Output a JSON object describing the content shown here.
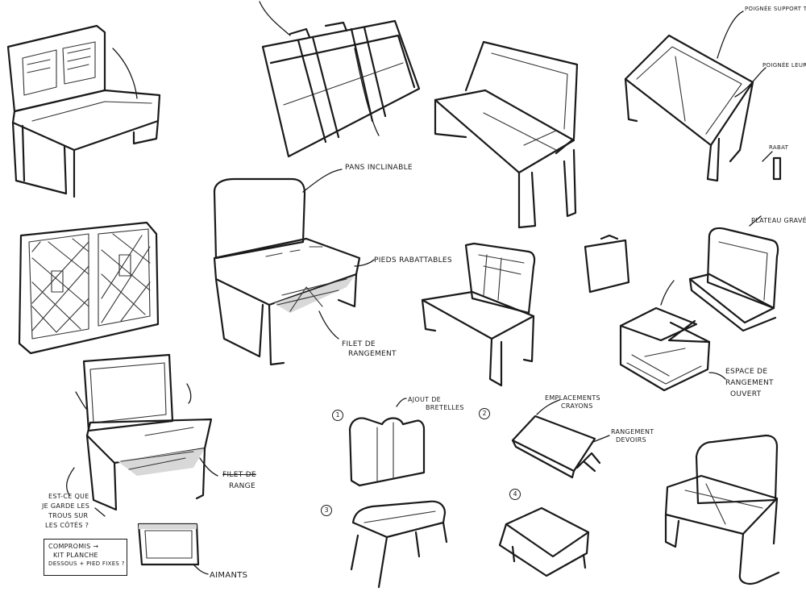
{
  "annotations": {
    "poignee_support_taille": "Poignée support taille",
    "poignee_leurs_taille": "Poignée leurs taille",
    "rabat": "Rabat",
    "pans_inclinable": "Pans inclinable",
    "pieds_rabattables": "Pieds rabattables",
    "filet_rangement_line1": "Filet de",
    "filet_rangement_line2": "rangement",
    "plateau_grave": "Plateau gravé",
    "espace_rangement_line1": "Espace de",
    "espace_rangement_line2": "rangement",
    "espace_rangement_line3": "ouvert",
    "ajout_bretelles_line1": "Ajout de",
    "ajout_bretelles_line2": "bretelles",
    "emplacements_crayons_line1": "Emplacements",
    "emplacements_crayons_line2": "crayons",
    "rangement_devoirs_line1": "Rangement",
    "rangement_devoirs_line2": "devoirs",
    "filet_strike_line1": "Filet de",
    "filet_strike_line2": "range",
    "question_line1": "Est-ce que",
    "question_line2": "je garde les",
    "question_line3": "trous sur",
    "question_line4": "les côtés ?",
    "compromis_line1": "Compromis →",
    "compromis_line2": "Kit planche",
    "compromis_line3": "dessous + pied fixes ?",
    "aimants": "Aimants"
  },
  "step_numbers": {
    "n1": "1",
    "n2": "2",
    "n3": "3",
    "n4": "4"
  }
}
